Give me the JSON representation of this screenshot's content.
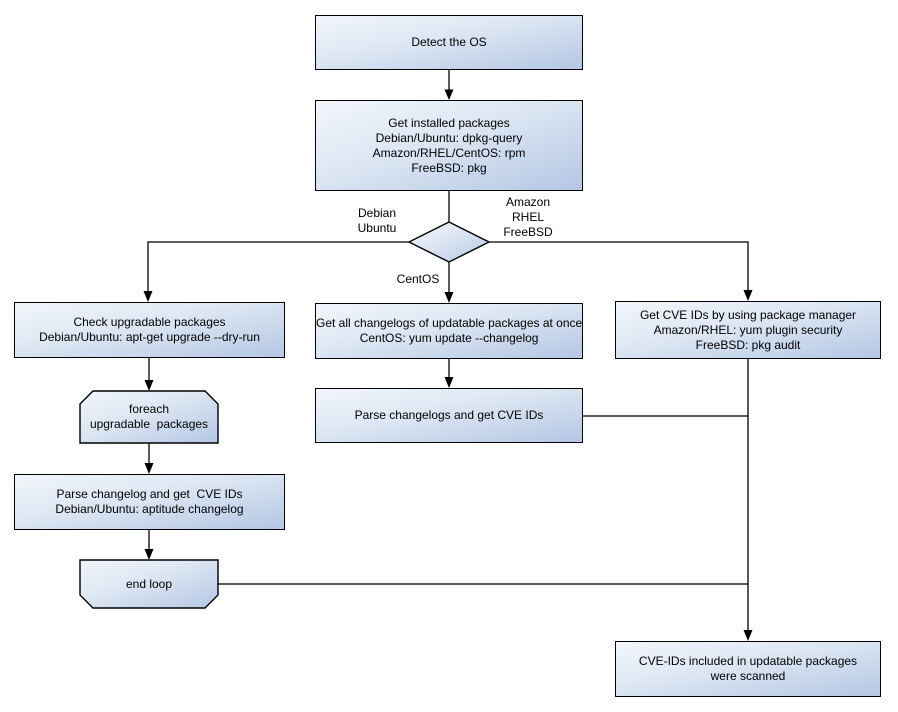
{
  "nodes": {
    "detect_os": {
      "text": "Detect the OS"
    },
    "get_installed_packages": {
      "text": "Get installed packages\nDebian/Ubuntu: dpkg-query\nAmazon/RHEL/CentOS: rpm\nFreeBSD: pkg"
    },
    "check_upgradable_packages": {
      "text": "Check upgradable packages\nDebian/Ubuntu: apt-get upgrade --dry-run"
    },
    "foreach_loop_start": {
      "text": "foreach\nupgradable  packages"
    },
    "parse_changelog_debian": {
      "text": "Parse changelog and get  CVE IDs\nDebian/Ubuntu: aptitude changelog"
    },
    "end_loop": {
      "text": "end loop"
    },
    "get_all_changelogs": {
      "text": "Get all changelogs of updatable packages at once\nCentOS: yum update --changelog"
    },
    "parse_changelogs_centos": {
      "text": "Parse changelogs and get CVE IDs"
    },
    "get_cve_ids_package_manager": {
      "text": "Get CVE IDs by using package manager\nAmazon/RHEL: yum plugin security\nFreeBSD: pkg audit"
    },
    "cve_ids_scanned": {
      "text": "CVE-IDs included in updatable packages\nwere scanned"
    }
  },
  "edge_labels": {
    "debian_ubuntu": "Debian\nUbuntu",
    "amazon_rhel_freebsd": "Amazon\nRHEL\nFreeBSD",
    "centos": "CentOS"
  },
  "colors": {
    "node_fill_light": "#f2f6fb",
    "node_fill_dark": "#b4c7e4",
    "node_border": "#000000",
    "connector": "#000000",
    "text": "#000000",
    "background": "#ffffff"
  }
}
